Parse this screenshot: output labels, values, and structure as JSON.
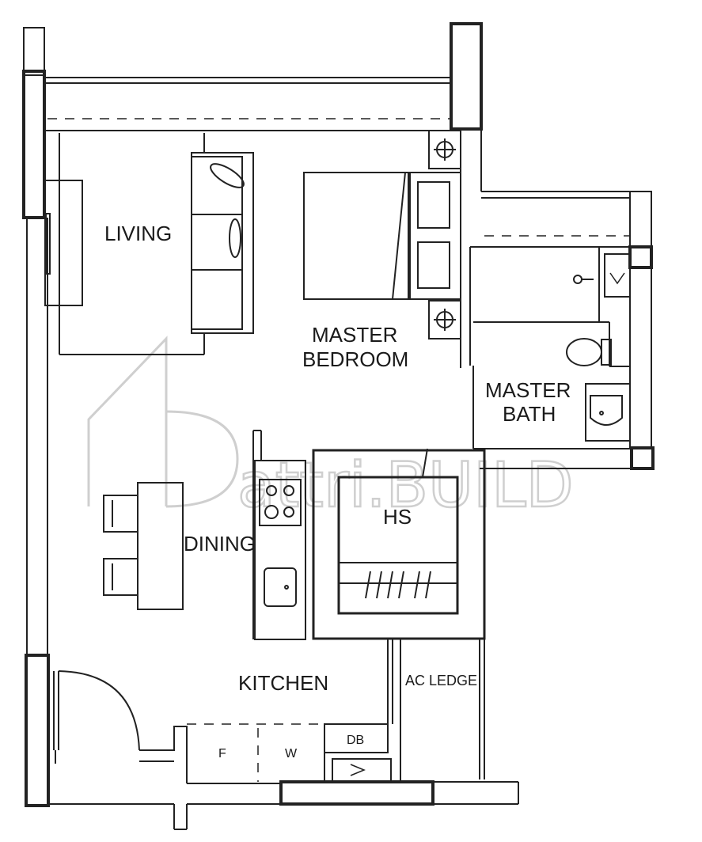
{
  "rooms": {
    "living": "LIVING",
    "master_bedroom_line1": "MASTER",
    "master_bedroom_line2": "BEDROOM",
    "master_bath_line1": "MASTER",
    "master_bath_line2": "BATH",
    "household_shelter": "HS",
    "dining": "DINING",
    "kitchen": "KITCHEN",
    "ac_ledge": "AC LEDGE",
    "distribution_board": "DB",
    "fridge": "F",
    "washer": "W"
  },
  "watermark": "attri.BUILD",
  "colors": {
    "line": "#222222",
    "watermark": "#cfcfcf"
  }
}
